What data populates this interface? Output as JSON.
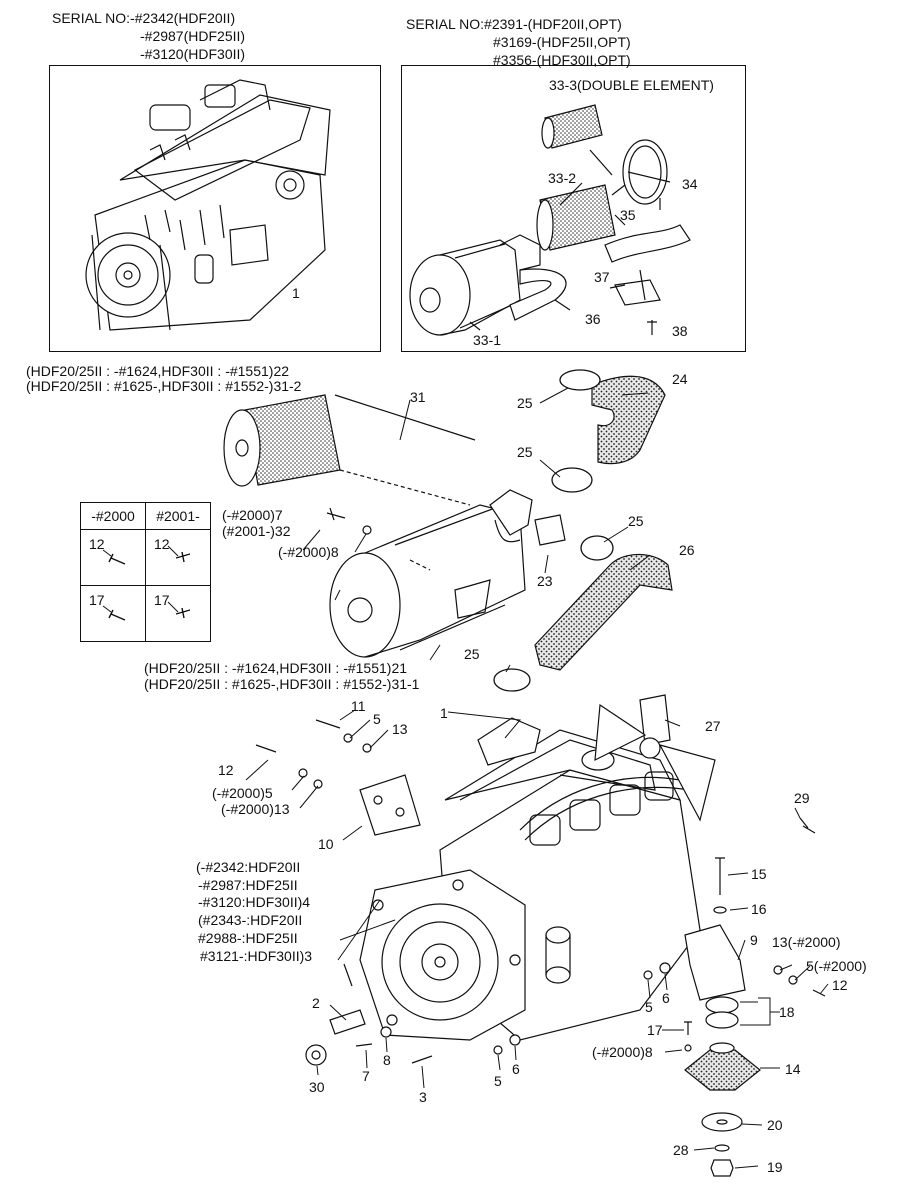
{
  "top_left": {
    "serial_lines": [
      "SERIAL NO:-#2342(HDF20II)",
      "-#2987(HDF25II)",
      "-#3120(HDF30II)"
    ],
    "callout": "1"
  },
  "top_right": {
    "serial_lines": [
      "SERIAL NO:#2391-(HDF20II,OPT)",
      "#3169-(HDF25II,OPT)",
      "#3356-(HDF30II,OPT)"
    ],
    "callouts": [
      "33-3(DOUBLE ELEMENT)",
      "33-2",
      "34",
      "35",
      "37",
      "36",
      "38",
      "33-1"
    ]
  },
  "middle": {
    "note_22": "(HDF20/25II : -#1624,HDF30II : -#1551)22",
    "note_31_2": "(HDF20/25II : #1625-,HDF30II : #1552-)31-2",
    "note_21": "(HDF20/25II : -#1624,HDF30II : -#1551)21",
    "note_31_1": "(HDF20/25II : #1625-,HDF30II : #1552-)31-1",
    "callouts": [
      "31",
      "24",
      "25",
      "25",
      "25",
      "26",
      "25",
      "23",
      "(-#2000)7",
      "(#2001-)32",
      "(-#2000)8"
    ]
  },
  "serial_table": {
    "headers": [
      "-#2000",
      "#2001-"
    ],
    "rows": [
      [
        "12",
        "12"
      ],
      [
        "17",
        "17"
      ]
    ]
  },
  "bottom": {
    "callouts": [
      "11",
      "5",
      "13",
      "1",
      "27",
      "12",
      "(-#2000)5",
      "(-#2000)13",
      "10",
      "29",
      "15",
      "16",
      "9",
      "13(-#2000)",
      "5(-#2000)",
      "12",
      "18",
      "17",
      "(-#2000)8",
      "14",
      "20",
      "28",
      "19",
      "2",
      "30",
      "7",
      "8",
      "3",
      "5",
      "6",
      "5",
      "6"
    ],
    "flywheel_note": [
      "(-#2342:HDF20II",
      "-#2987:HDF25II",
      "-#3120:HDF30II)4",
      "(#2343-:HDF20II",
      "#2988-:HDF25II",
      "#3121-:HDF30II)3"
    ]
  },
  "icons": [
    "engine-assembly-icon",
    "air-cleaner-icon",
    "hose-icon",
    "clamp-icon",
    "bolt-icon",
    "engine-mount-icon",
    "flywheel-icon",
    "fan-icon"
  ]
}
